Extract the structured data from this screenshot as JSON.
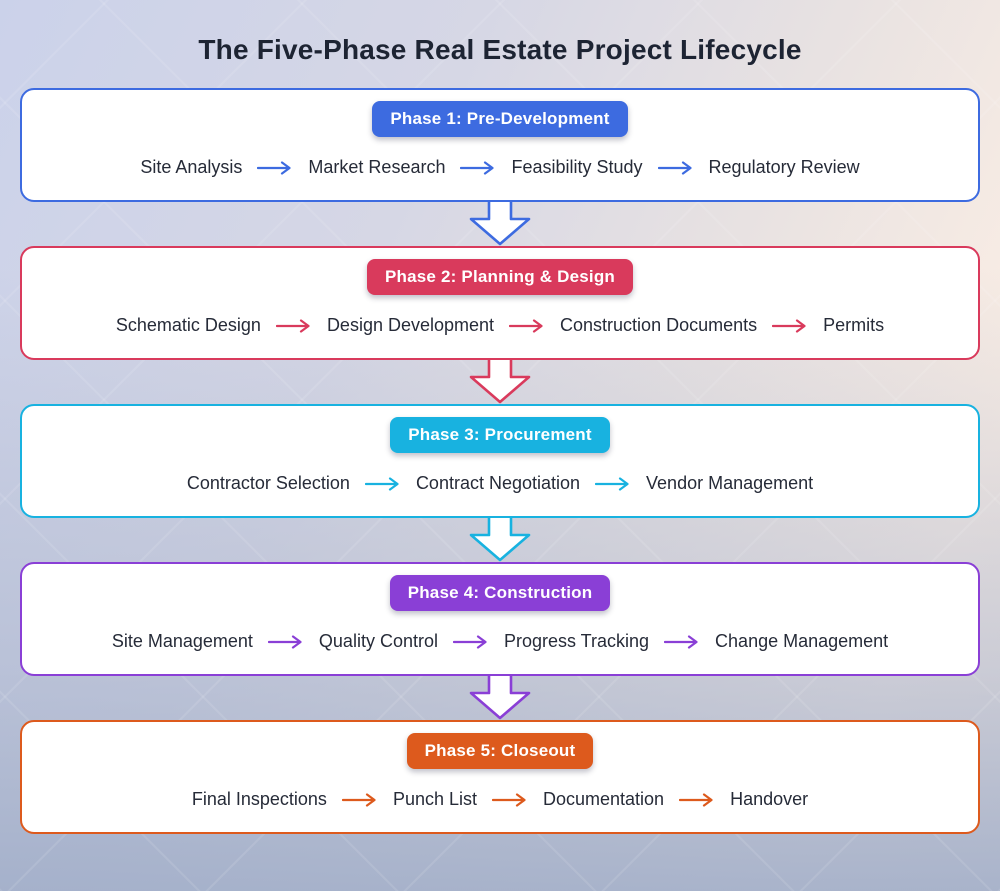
{
  "title": "The Five-Phase Real Estate Project Lifecycle",
  "phases": [
    {
      "label": "Phase 1: Pre-Development",
      "color": "#3d6be0",
      "steps": [
        "Site Analysis",
        "Market Research",
        "Feasibility Study",
        "Regulatory Review"
      ]
    },
    {
      "label": "Phase 2: Planning & Design",
      "color": "#d93a5c",
      "steps": [
        "Schematic Design",
        "Design Development",
        "Construction Documents",
        "Permits"
      ]
    },
    {
      "label": "Phase 3: Procurement",
      "color": "#18b2e0",
      "steps": [
        "Contractor Selection",
        "Contract Negotiation",
        "Vendor Management"
      ]
    },
    {
      "label": "Phase 4: Construction",
      "color": "#8a3fd6",
      "steps": [
        "Site Management",
        "Quality Control",
        "Progress Tracking",
        "Change Management"
      ]
    },
    {
      "label": "Phase 5: Closeout",
      "color": "#dd5a1d",
      "steps": [
        "Final Inspections",
        "Punch List",
        "Documentation",
        "Handover"
      ]
    }
  ],
  "icons": {
    "step_arrow": "right-arrow-icon",
    "flow_arrow": "down-block-arrow-icon"
  }
}
